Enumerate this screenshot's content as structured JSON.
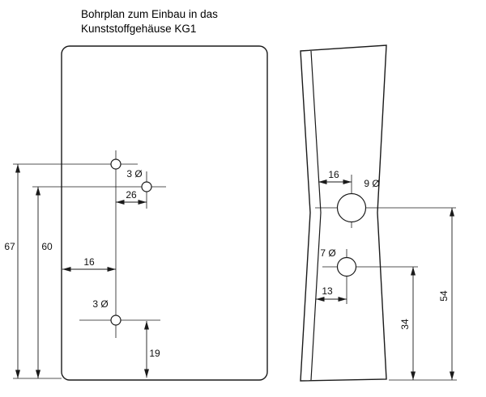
{
  "title": {
    "line1": "Bohrplan zum Einbau in das",
    "line2": "Kunststoffgehäuse KG1"
  },
  "front_view": {
    "labels": {
      "top_hole_diameter": "3 Ø",
      "hole_spacing": "26",
      "height_total": "67",
      "height_second": "60",
      "edge_offset": "16",
      "bottom_hole_diameter": "3 Ø",
      "bottom_offset": "19"
    }
  },
  "side_view": {
    "labels": {
      "edge_offset": "16",
      "large_hole_diameter": "9 Ø",
      "small_hole_diameter": "7 Ø",
      "small_hole_edge_offset": "13",
      "small_hole_bottom_distance": "34",
      "large_hole_bottom_distance": "54"
    }
  }
}
